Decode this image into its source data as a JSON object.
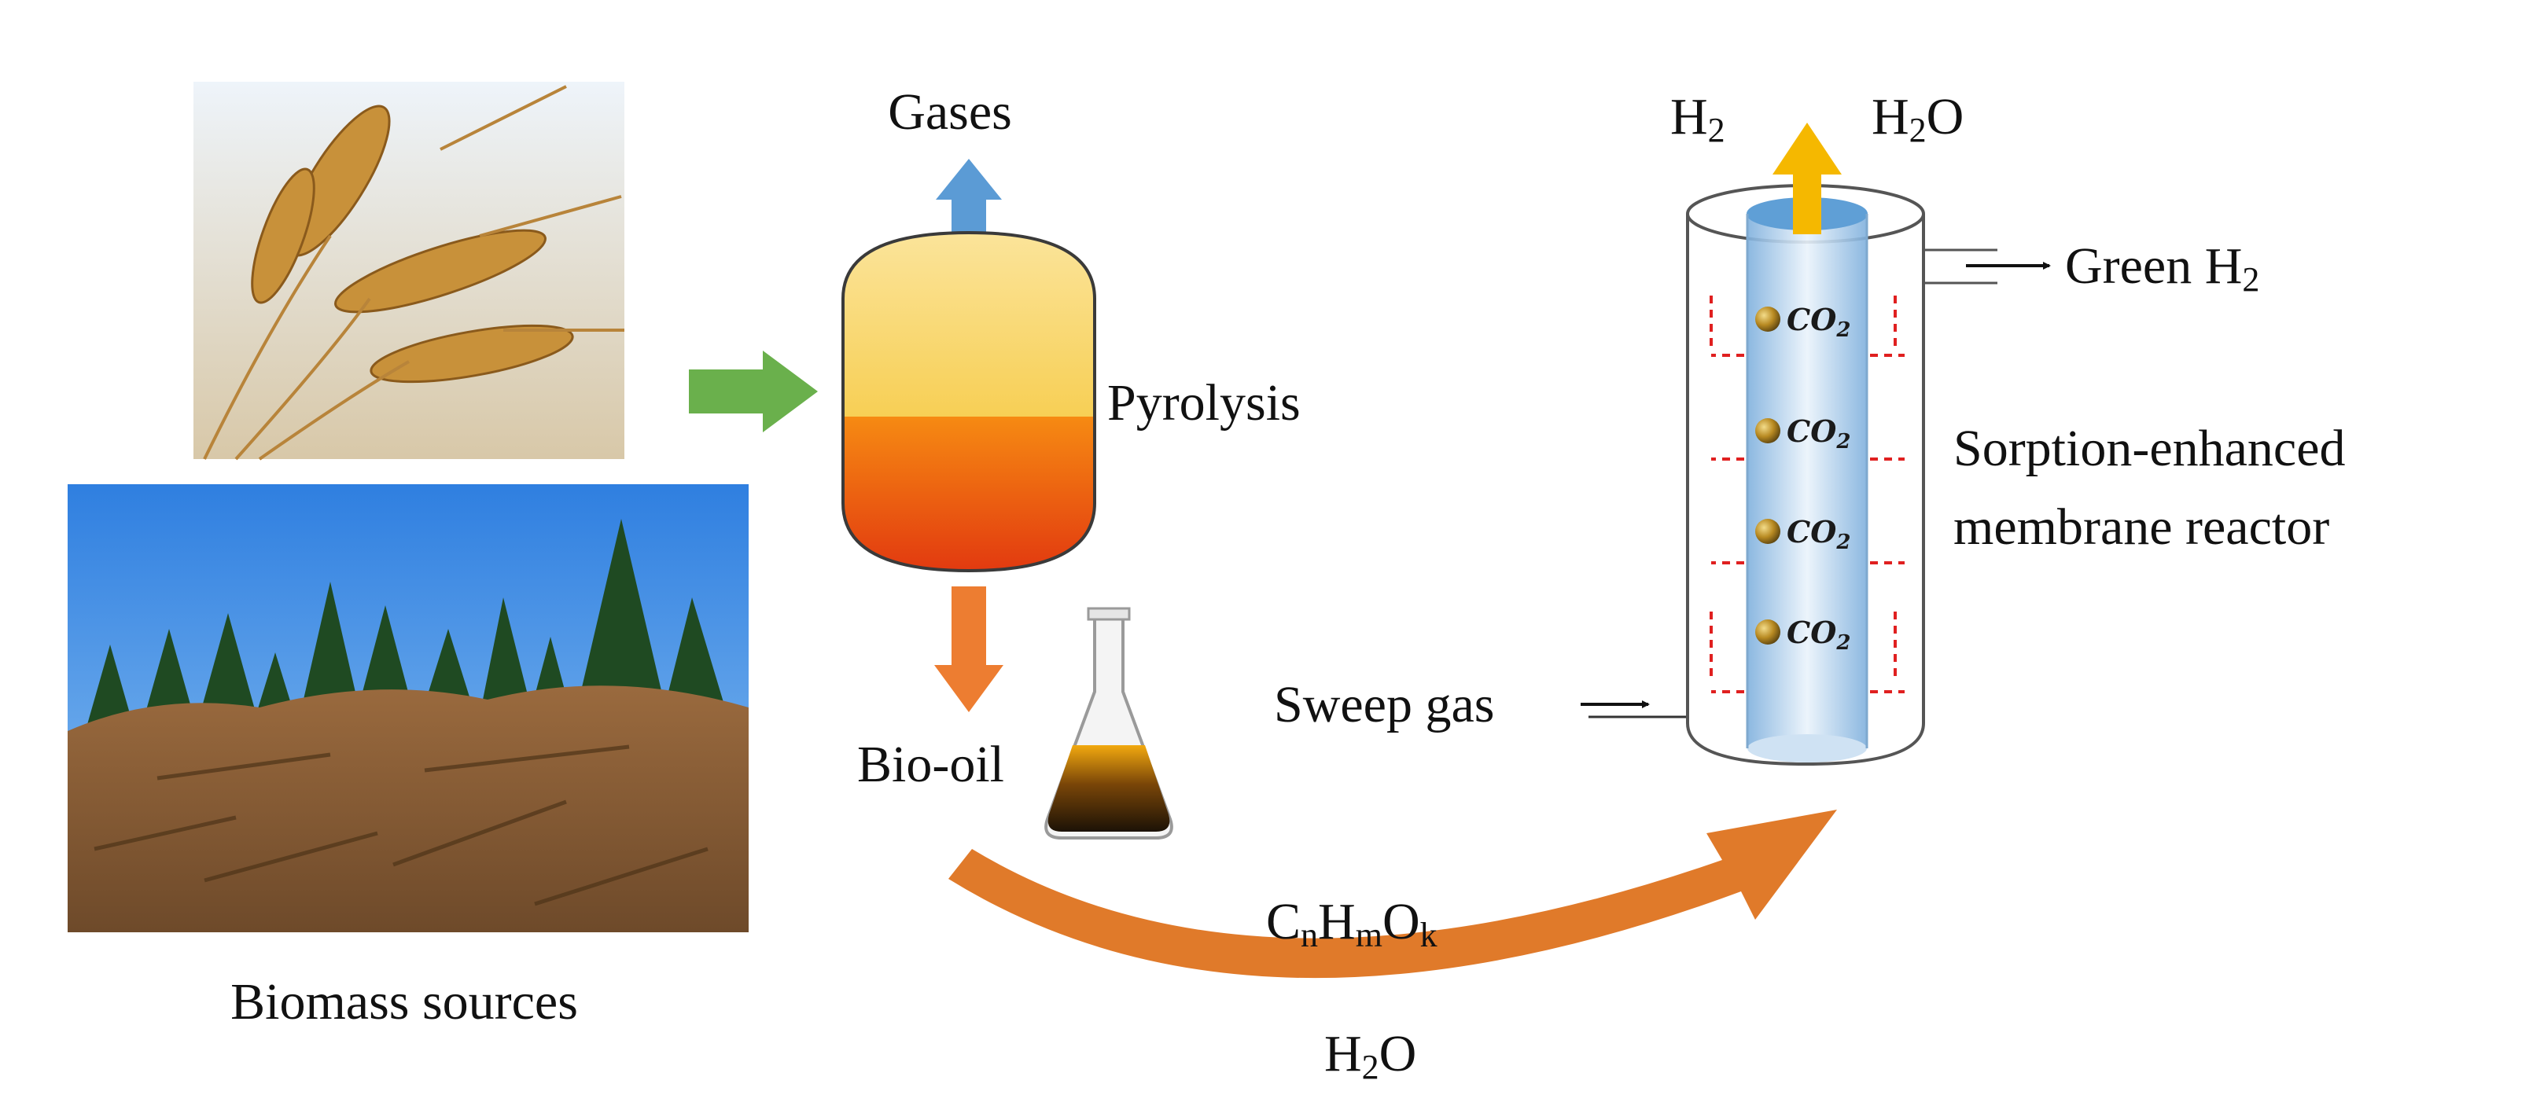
{
  "labels": {
    "biomass_sources": "Biomass sources",
    "gases": "Gases",
    "pyrolysis": "Pyrolysis",
    "bio_oil": "Bio-oil",
    "sweep_gas": "Sweep gas",
    "green_h2": "Green H",
    "green_h2_sub": "2",
    "h2_top": "H",
    "h2_top_sub": "2",
    "h2o_top_h": "H",
    "h2o_top_sub": "2",
    "h2o_top_o": "O",
    "reactor_line1": "Sorption-enhanced",
    "reactor_line2": "membrane reactor",
    "formula_c": "C",
    "formula_n": "n",
    "formula_h": "H",
    "formula_m": "m",
    "formula_o": "O",
    "formula_k": "k",
    "water_h": "H",
    "water_sub": "2",
    "water_o": "O"
  },
  "co2_particles": [
    {
      "main": "CO",
      "sub": "2"
    },
    {
      "main": "CO",
      "sub": "2"
    },
    {
      "main": "CO",
      "sub": "2"
    },
    {
      "main": "CO",
      "sub": "2"
    }
  ],
  "colors": {
    "feed_arrow": "#6ab04c",
    "gas_arrow": "#5b9bd5",
    "oil_arrow": "#ed7d31",
    "h2_arrow": "#f5b800",
    "sorbent_arrow": "#e02020",
    "flow_arrow": "#e07a2a",
    "reactor_outline": "#555555",
    "membrane": "#9fc5e8"
  }
}
